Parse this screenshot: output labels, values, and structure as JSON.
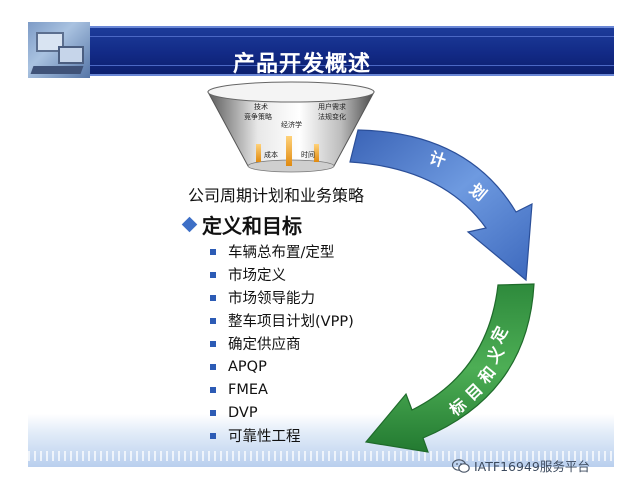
{
  "slide": {
    "title": "产品开发概述"
  },
  "funnel": {
    "labels": {
      "top_left_1": "技术",
      "top_left_2": "竞争策略",
      "top_right_1": "用户需求",
      "top_right_2": "法规变化",
      "middle": "经济学",
      "bottom_left": "成本",
      "bottom_right": "时间"
    }
  },
  "arrows": {
    "plan_chars": [
      "计",
      "划"
    ],
    "define_chars": [
      "定",
      "义",
      "和",
      "目",
      "标"
    ],
    "colors": {
      "plan": "#4a78c8",
      "define": "#2f8c3e"
    }
  },
  "content": {
    "company_plan": "公司周期计划和业务策略",
    "heading": "定义和目标",
    "items": [
      "车辆总布置/定型",
      "市场定义",
      "市场领导能力",
      "整车项目计划(VPP)",
      "确定供应商",
      "APQP",
      "FMEA",
      "DVP",
      "可靠性工程"
    ]
  },
  "watermark": {
    "text": "IATF16949服务平台",
    "icon": "wechat-icon"
  },
  "colors": {
    "header": "#122a86",
    "accent_bullet": "#2c5bb5"
  }
}
